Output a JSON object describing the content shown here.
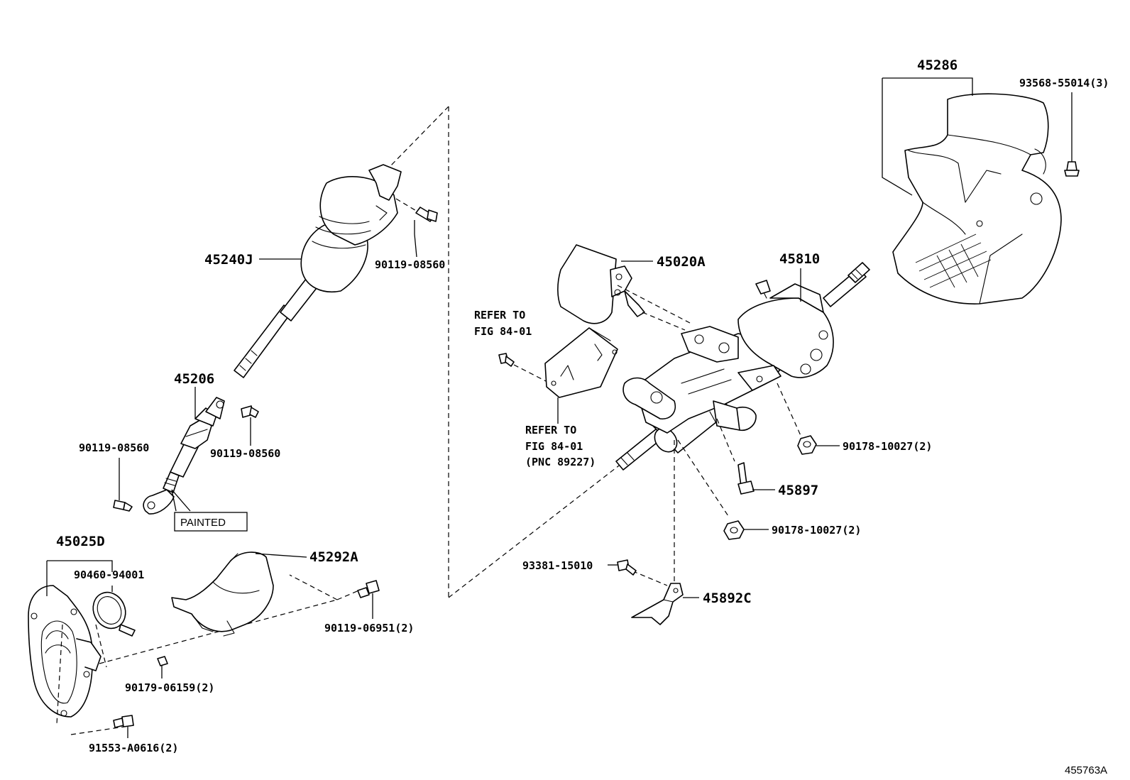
{
  "diagram_id": "455763A",
  "parts": {
    "p45286": "45286",
    "p93568": "93568-55014(3)",
    "p45240J": "45240J",
    "p90119_top": "90119-08560",
    "p45020A": "45020A",
    "p45810": "45810",
    "refer_a_line1": "REFER TO",
    "refer_a_line2": "FIG 84-01",
    "refer_b_line1": "REFER TO",
    "refer_b_line2": "FIG 84-01",
    "refer_b_line3": "(PNC 89227)",
    "p45206": "45206",
    "p90119_left": "90119-08560",
    "p90119_right": "90119-08560",
    "painted": "PAINTED",
    "p90178_a": "90178-10027(2)",
    "p45897": "45897",
    "p90178_b": "90178-10027(2)",
    "p45025D": "45025D",
    "p90460": "90460-94001",
    "p45292A": "45292A",
    "p90119_06951": "90119-06951(2)",
    "p93381": "93381-15010",
    "p45892C": "45892C",
    "p90179": "90179-06159(2)",
    "p91553": "91553-A0616(2)"
  }
}
